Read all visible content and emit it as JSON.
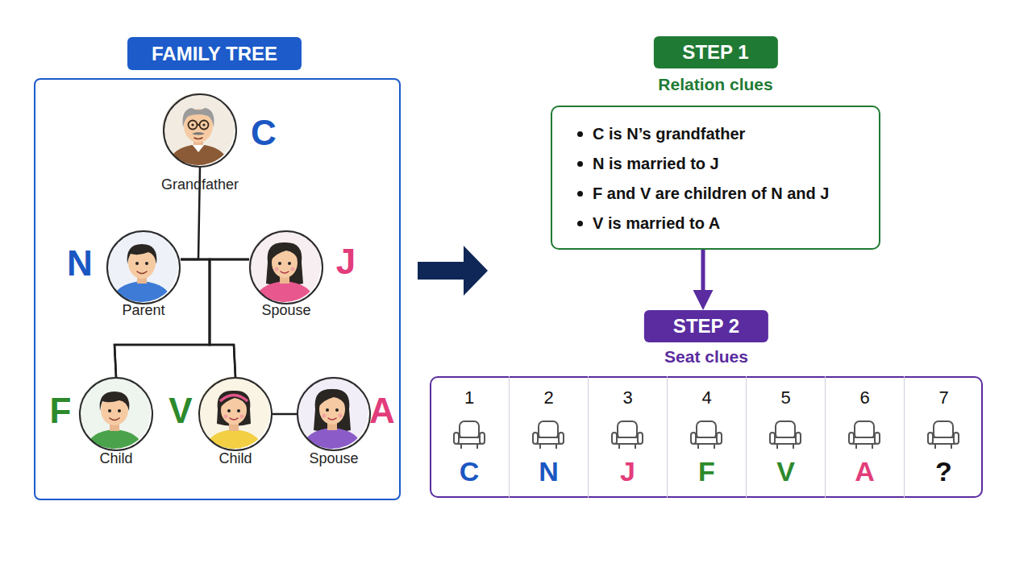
{
  "diagram": {
    "nodes": [
      {
        "text": [
          "FAMILY TREE"
        ]
      },
      {
        "text": [
          "C",
          "Grandfather"
        ],
        "in": 0
      },
      {
        "text": [
          "N",
          "Parent"
        ],
        "in": 0
      },
      {
        "text": [
          "J",
          "Spouse"
        ],
        "in": 0
      },
      {
        "text": [
          "F",
          "Child"
        ],
        "in": 0
      },
      {
        "text": [
          "V",
          "Child"
        ],
        "in": 0
      },
      {
        "text": [
          "A",
          "Spouse"
        ],
        "in": 0
      },
      {
        "text": [
          "STEP 1",
          "Relation clues",
          "C is N’s grandfather",
          "N is married to J",
          "F and V are children of N and J",
          "V is married to A"
        ]
      },
      {
        "text": [
          "STEP 2",
          "Seat clues"
        ]
      },
      {
        "text": [
          "1",
          "C"
        ],
        "in": 8
      },
      {
        "text": [
          "2",
          "N"
        ],
        "in": 8
      },
      {
        "text": [
          "3",
          "J"
        ],
        "in": 8
      },
      {
        "text": [
          "4",
          "F"
        ],
        "in": 8
      },
      {
        "text": [
          "5",
          "V"
        ],
        "in": 8
      },
      {
        "text": [
          "6",
          "A"
        ],
        "in": 8
      },
      {
        "text": [
          "7",
          "?"
        ],
        "in": 8
      }
    ],
    "edges": [
      {
        "from": 1,
        "to": 2,
        "arrow": "none"
      },
      {
        "from": 2,
        "to": 3,
        "arrow": "none"
      },
      {
        "from": 2,
        "to": 4,
        "arrow": "none"
      },
      {
        "from": 2,
        "to": 5,
        "arrow": "none"
      },
      {
        "from": 3,
        "to": 4,
        "arrow": "none"
      },
      {
        "from": 3,
        "to": 5,
        "arrow": "none"
      },
      {
        "from": 5,
        "to": 6,
        "arrow": "none"
      },
      {
        "from": 7,
        "to": 8,
        "arrow": "to"
      }
    ]
  }
}
